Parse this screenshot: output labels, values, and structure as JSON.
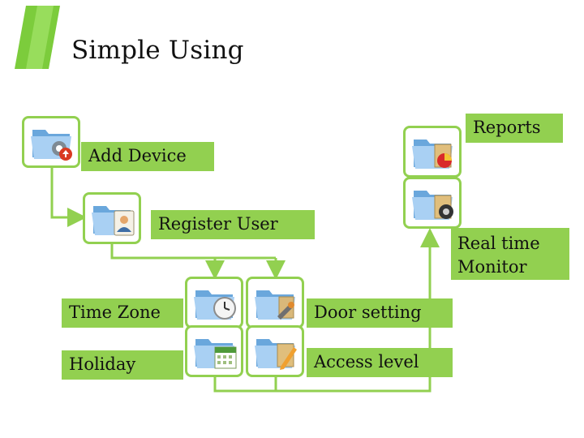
{
  "title": "Simple Using",
  "colors": {
    "accent": "#7ccc3c",
    "label_bg": "#92d050",
    "connector": "#92d050"
  },
  "nodes": {
    "add_device": "Add Device",
    "register_user": "Register User",
    "time_zone": "Time Zone",
    "holiday": "Holiday",
    "door_setting": "Door setting",
    "access_level": "Access level",
    "reports": "Reports",
    "real_time_monitor": "Real time Monitor"
  },
  "icons": {
    "add_device": "folder-gear-icon",
    "register_user": "folder-user-card-icon",
    "time_zone": "folder-clock-icon",
    "door_setting": "folder-tools-icon",
    "holiday": "folder-calendar-icon",
    "access_level": "folder-edit-icon",
    "reports": "folder-pie-chart-icon",
    "real_time_monitor": "folder-camera-icon"
  }
}
